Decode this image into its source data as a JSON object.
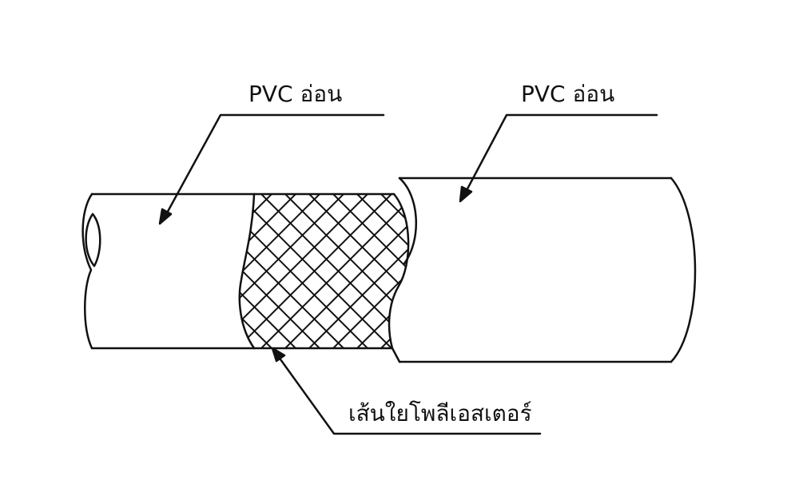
{
  "labels": {
    "inner_layer": "PVC อ่อน",
    "outer_layer": "PVC อ่อน",
    "reinforcement": "เส้นใยโพลีเอสเตอร์"
  },
  "colors": {
    "line": "#111111",
    "background": "#ffffff"
  }
}
